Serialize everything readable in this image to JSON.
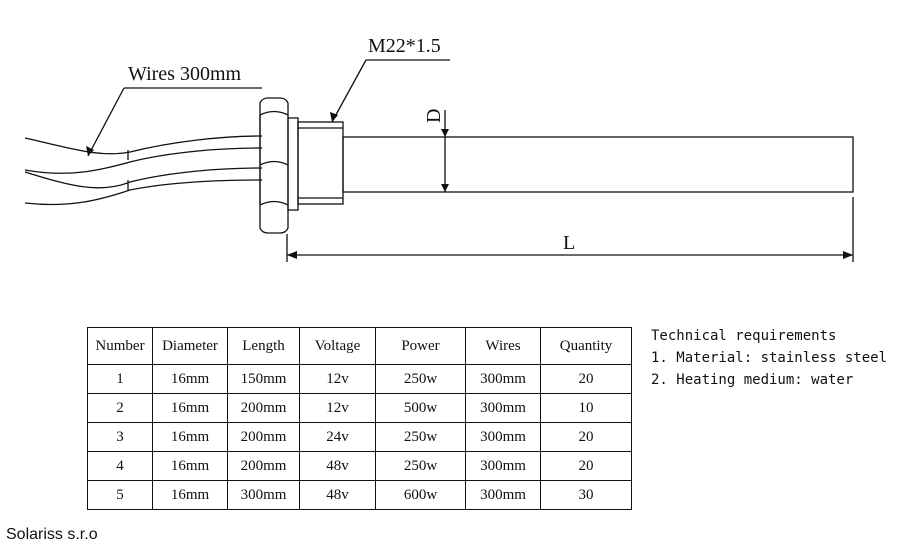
{
  "drawing": {
    "wires_label": "Wires 300mm",
    "thread_label": "M22*1.5",
    "diameter_label": "D",
    "length_label": "L"
  },
  "table": {
    "headers": [
      "Number",
      "Diameter",
      "Length",
      "Voltage",
      "Power",
      "Wires",
      "Quantity"
    ],
    "rows": [
      [
        "1",
        "16mm",
        "150mm",
        "12v",
        "250w",
        "300mm",
        "20"
      ],
      [
        "2",
        "16mm",
        "200mm",
        "12v",
        "500w",
        "300mm",
        "10"
      ],
      [
        "3",
        "16mm",
        "200mm",
        "24v",
        "250w",
        "300mm",
        "20"
      ],
      [
        "4",
        "16mm",
        "200mm",
        "48v",
        "250w",
        "300mm",
        "20"
      ],
      [
        "5",
        "16mm",
        "300mm",
        "48v",
        "600w",
        "300mm",
        "30"
      ]
    ]
  },
  "requirements": {
    "title": "Technical requirements",
    "items": [
      "1. Material: stainless steel",
      "2. Heating medium: water"
    ]
  },
  "company": "Solariss s.r.o"
}
